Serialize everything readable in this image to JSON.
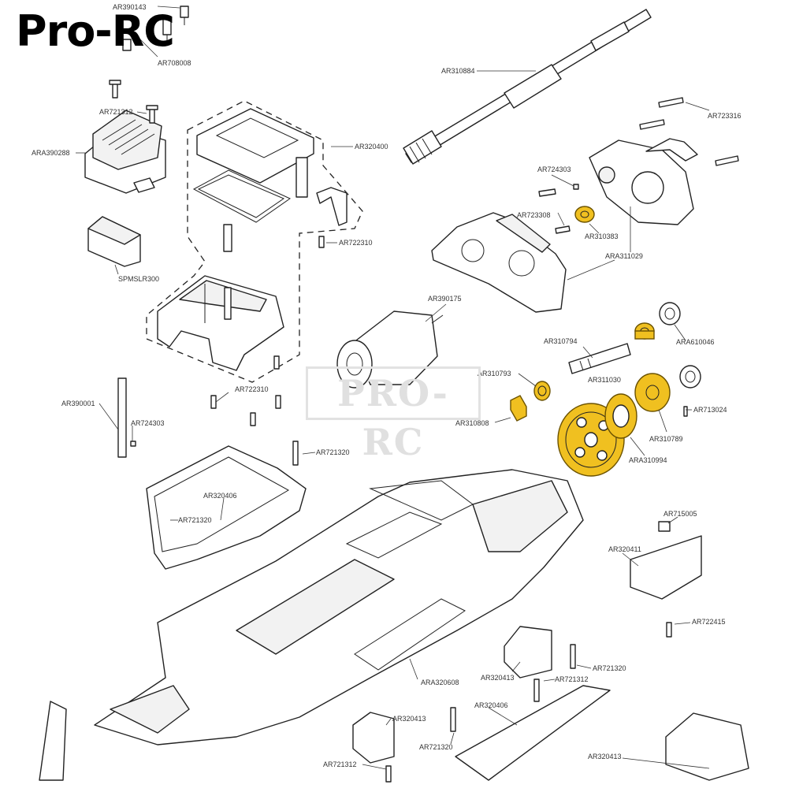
{
  "brand": "Pro-RC",
  "watermark": "PRO-RC",
  "labels": {
    "l01": "AR390143",
    "l02": "AR708008",
    "l03": "AR310884",
    "l04": "AR721312",
    "l05": "ARA390288",
    "l06": "AR320400",
    "l07": "AR723316",
    "l08": "AR724303",
    "l09": "AR723308",
    "l10": "AR310383",
    "l11": "ARA311029",
    "l12": "AR722310",
    "l13": "SPMSLR300",
    "l14": "AR390175",
    "l15": "ARA610046",
    "l16": "AR310794",
    "l17": "AR310793",
    "l18": "AR311030",
    "l19": "AR713024",
    "l20": "AR310808",
    "l21": "AR310789",
    "l22": "ARA310994",
    "l23": "AR390001",
    "l24": "AR724303",
    "l25": "AR722310",
    "l26": "AR721320",
    "l27": "AR320406",
    "l28": "AR721320",
    "l29": "AR715005",
    "l30": "AR320411",
    "l31": "AR722415",
    "l32": "AR721320",
    "l33": "AR320413",
    "l34": "AR721312",
    "l35": "ARA320608",
    "l36": "AR320406",
    "l37": "AR320413",
    "l38": "AR721320",
    "l39": "AR721312",
    "l40": "AR320413"
  },
  "highlight_color": "#f0c020"
}
